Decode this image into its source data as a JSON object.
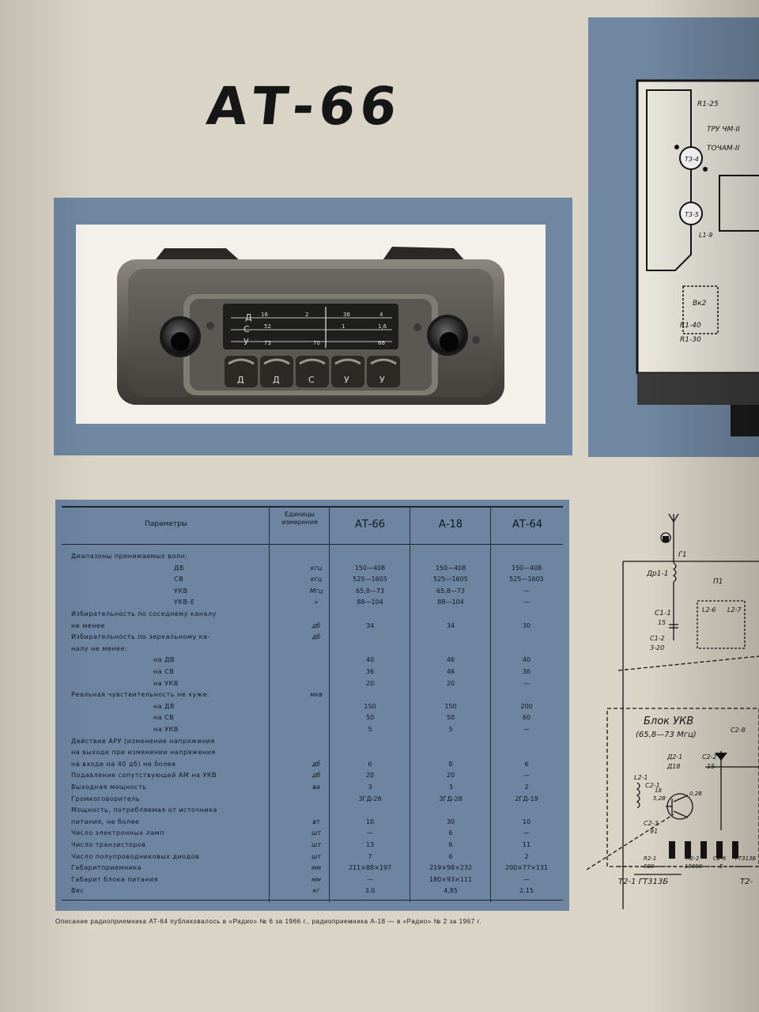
{
  "title": "АТ-66",
  "radio": {
    "dial": [
      {
        "band": "Д",
        "scale": [
          "16",
          "2",
          "36",
          "4"
        ]
      },
      {
        "band": "С",
        "scale": [
          "52",
          "1",
          "1,6"
        ]
      },
      {
        "band": "У",
        "scale": [
          "73",
          "70",
          "66"
        ]
      }
    ],
    "buttons": [
      "Д",
      "Д",
      "С",
      "У",
      "У"
    ]
  },
  "table": {
    "headers": {
      "params": "Параметры",
      "units": "Единицы измерения",
      "models": [
        "АТ-66",
        "А-18",
        "АТ-64"
      ]
    },
    "rows": [
      {
        "param": "Диапазоны принимаемых волн:",
        "unit": "",
        "v": [
          "",
          "",
          ""
        ]
      },
      {
        "param": "ДВ",
        "unit": "кгц",
        "v": [
          "150—408",
          "150—408",
          "150—408"
        ],
        "indent": 5
      },
      {
        "param": "СВ",
        "unit": "кгц",
        "v": [
          "525—1605",
          "525—1605",
          "525—1605"
        ],
        "indent": 5
      },
      {
        "param": "УКВ",
        "unit": "Мгц",
        "v": [
          "65,8—73",
          "65,8—73",
          "—"
        ],
        "indent": 5
      },
      {
        "param": "УКВ-Е",
        "unit": "»",
        "v": [
          "88—104",
          "88—104",
          "—"
        ],
        "indent": 5
      },
      {
        "param": "Избирательность по соседнему каналу",
        "unit": "",
        "v": [
          "",
          "",
          ""
        ]
      },
      {
        "param": "не менее",
        "unit": "дб",
        "v": [
          "34",
          "34",
          "30"
        ]
      },
      {
        "param": "Избирательность по зеркальному ка-",
        "unit": "дб",
        "v": [
          "",
          "",
          ""
        ]
      },
      {
        "param": "налу не менее:",
        "unit": "",
        "v": [
          "",
          "",
          ""
        ]
      },
      {
        "param": "на ДВ",
        "unit": "",
        "v": [
          "40",
          "46",
          "40"
        ],
        "indent": 4
      },
      {
        "param": "на СВ",
        "unit": "",
        "v": [
          "36",
          "46",
          "36"
        ],
        "indent": 4
      },
      {
        "param": "на УКВ",
        "unit": "",
        "v": [
          "20",
          "20",
          "—"
        ],
        "indent": 4
      },
      {
        "param": "Реальная чувствительность не хуже:",
        "unit": "мкв",
        "v": [
          "",
          "",
          ""
        ]
      },
      {
        "param": "на ДВ",
        "unit": "",
        "v": [
          "150",
          "150",
          "200"
        ],
        "indent": 4
      },
      {
        "param": "на СВ",
        "unit": "",
        "v": [
          "50",
          "50",
          "60"
        ],
        "indent": 4
      },
      {
        "param": "на УКВ",
        "unit": "",
        "v": [
          "5",
          "5",
          "—"
        ],
        "indent": 4
      },
      {
        "param": "Действие АРУ (изменение напряжения",
        "unit": "",
        "v": [
          "",
          "",
          ""
        ]
      },
      {
        "param": "на выходе при изменении напряжения",
        "unit": "",
        "v": [
          "",
          "",
          ""
        ]
      },
      {
        "param": "на входе на 40 дб) не более",
        "unit": "дб",
        "v": [
          "6",
          "8",
          "6"
        ]
      },
      {
        "param": "Подавление сопутствующей АМ на УКВ",
        "unit": "дб",
        "v": [
          "20",
          "20",
          "—"
        ]
      },
      {
        "param": "Выходная мощность",
        "unit": "ва",
        "v": [
          "3",
          "3",
          "2"
        ]
      },
      {
        "param": "Громкоговоритель",
        "unit": "",
        "v": [
          "3ГД-28",
          "3ГД-28",
          "2ГД-19"
        ]
      },
      {
        "param": "Мощность, потребляемая от источника",
        "unit": "",
        "v": [
          "",
          "",
          ""
        ]
      },
      {
        "param": "питания, не более",
        "unit": "вт",
        "v": [
          "10",
          "30",
          "10"
        ]
      },
      {
        "param": "Число электронных ламп",
        "unit": "шт",
        "v": [
          "—",
          "6",
          "—"
        ]
      },
      {
        "param": "Число транзисторов",
        "unit": "шт",
        "v": [
          "13",
          "6",
          "11"
        ]
      },
      {
        "param": "Число полупроводниковых диодов",
        "unit": "шт",
        "v": [
          "7",
          "6",
          "2"
        ]
      },
      {
        "param": "Габаритприемника",
        "unit": "мм",
        "v": [
          "211×88×197",
          "219×98×232",
          "200×77×131"
        ]
      },
      {
        "param": "Габарит блока питания",
        "unit": "мм",
        "v": [
          "—",
          "180×93×111",
          "—"
        ]
      },
      {
        "param": "Вес",
        "unit": "кг",
        "v": [
          "3,0",
          "4,85",
          "2,15"
        ]
      }
    ]
  },
  "footnote": "Описание радиоприемника АТ-64 публиковалось в «Радио» № 6 за 1966 г., радиоприемника А-18 — в «Радио» № 2 за 1967 г.",
  "schematic_top": {
    "labels": [
      "R1-25",
      "ТРУ ЧМ-II",
      "ТОЧАМ-II",
      "Т3-4",
      "Т3-5",
      "L1-9",
      "Вк2",
      "R1-40",
      "R1-30"
    ]
  },
  "schematic_bottom": {
    "block_title": "Блок УКВ",
    "block_range": "(65,8—73 Мгц)",
    "labels": [
      "Г1",
      "Др1-1",
      "П1",
      "С1-1",
      "15",
      "С1-2",
      "3-20",
      "L2-6",
      "L2-7",
      "Д2-1",
      "Д18",
      "С2-2",
      "С2-8",
      "15",
      "L2-1",
      "С2-1",
      "18",
      "С2-3",
      "91",
      "5,2В",
      "0,2В",
      "R2-1",
      "680",
      "R2-2",
      "15000",
      "С2-6",
      "5",
      "ГТ313Б"
    ],
    "transistor": "Т2-1 ГТ313Б",
    "transistor_2": "Т2-"
  },
  "colors": {
    "paper": "#d9d4c6",
    "panel_blue": "#6d85a0",
    "ink": "#161616"
  }
}
